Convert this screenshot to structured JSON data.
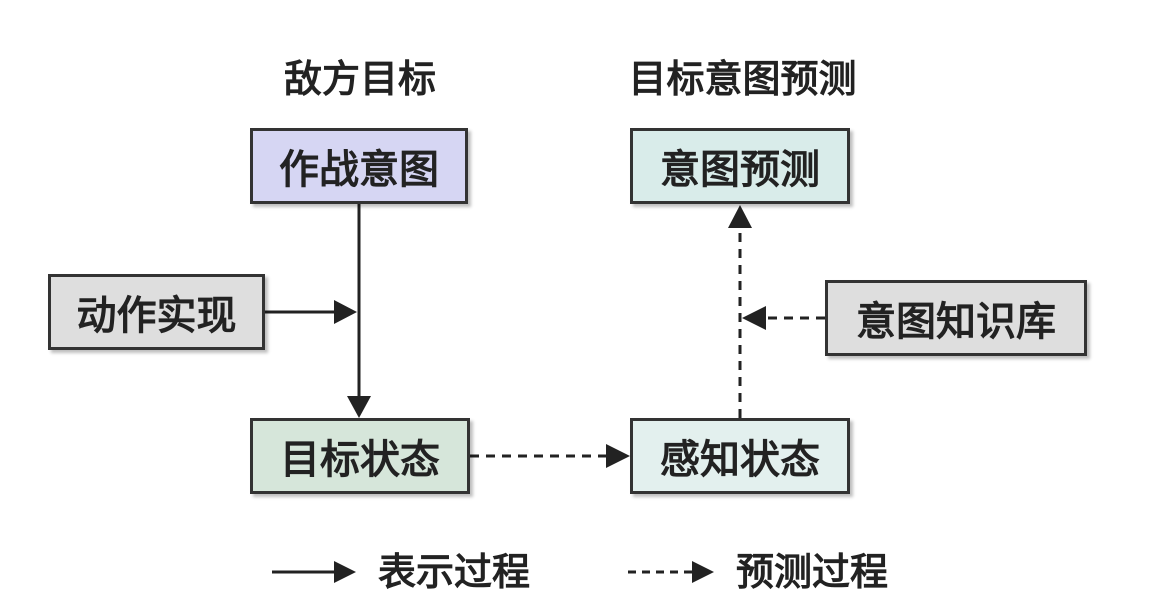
{
  "headings": {
    "left": "敌方目标",
    "right": "目标意图预测"
  },
  "nodes": {
    "combat_intent": {
      "label": "作战意图",
      "color": "#d6d6f3"
    },
    "action_impl": {
      "label": "动作实现",
      "color": "#dedede"
    },
    "target_state": {
      "label": "目标状态",
      "color": "#d6e6da"
    },
    "intent_prediction": {
      "label": "意图预测",
      "color": "#d9ecea"
    },
    "intent_kb": {
      "label": "意图知识库",
      "color": "#dedede"
    },
    "perceived_state": {
      "label": "感知状态",
      "color": "#e3f0ee"
    }
  },
  "legend": {
    "solid_label": "表示过程",
    "dashed_label": "预测过程"
  }
}
